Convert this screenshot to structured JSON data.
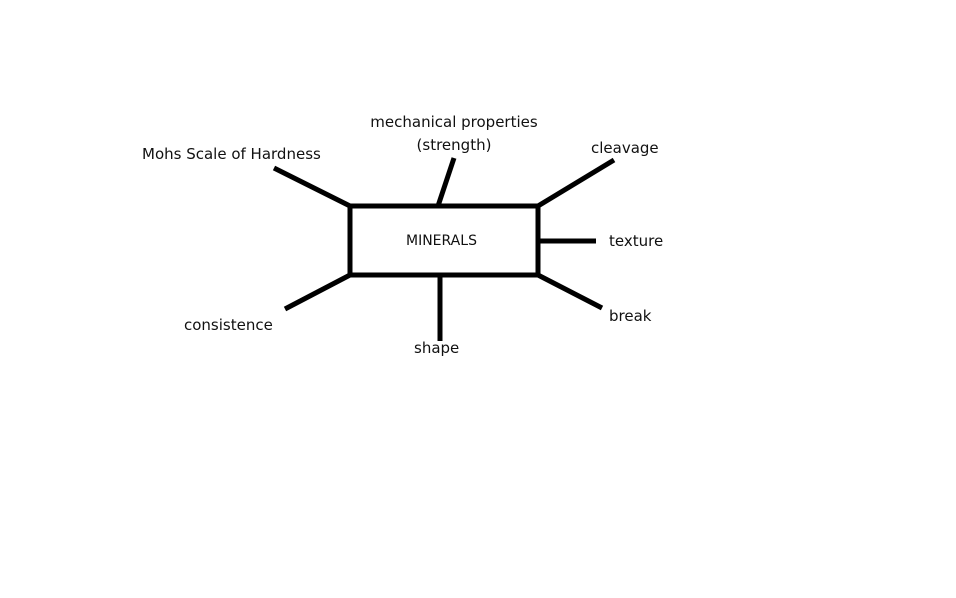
{
  "diagram": {
    "center": "MINERALS",
    "nodes": {
      "mechanical_line1": "mechanical properties",
      "mechanical_line2": "(strength)",
      "mohs": "Mohs Scale of Hardness",
      "cleavage": "cleavage",
      "texture": "texture",
      "break": "break",
      "shape": "shape",
      "consistence": "consistence"
    },
    "line_color": "#000000"
  }
}
